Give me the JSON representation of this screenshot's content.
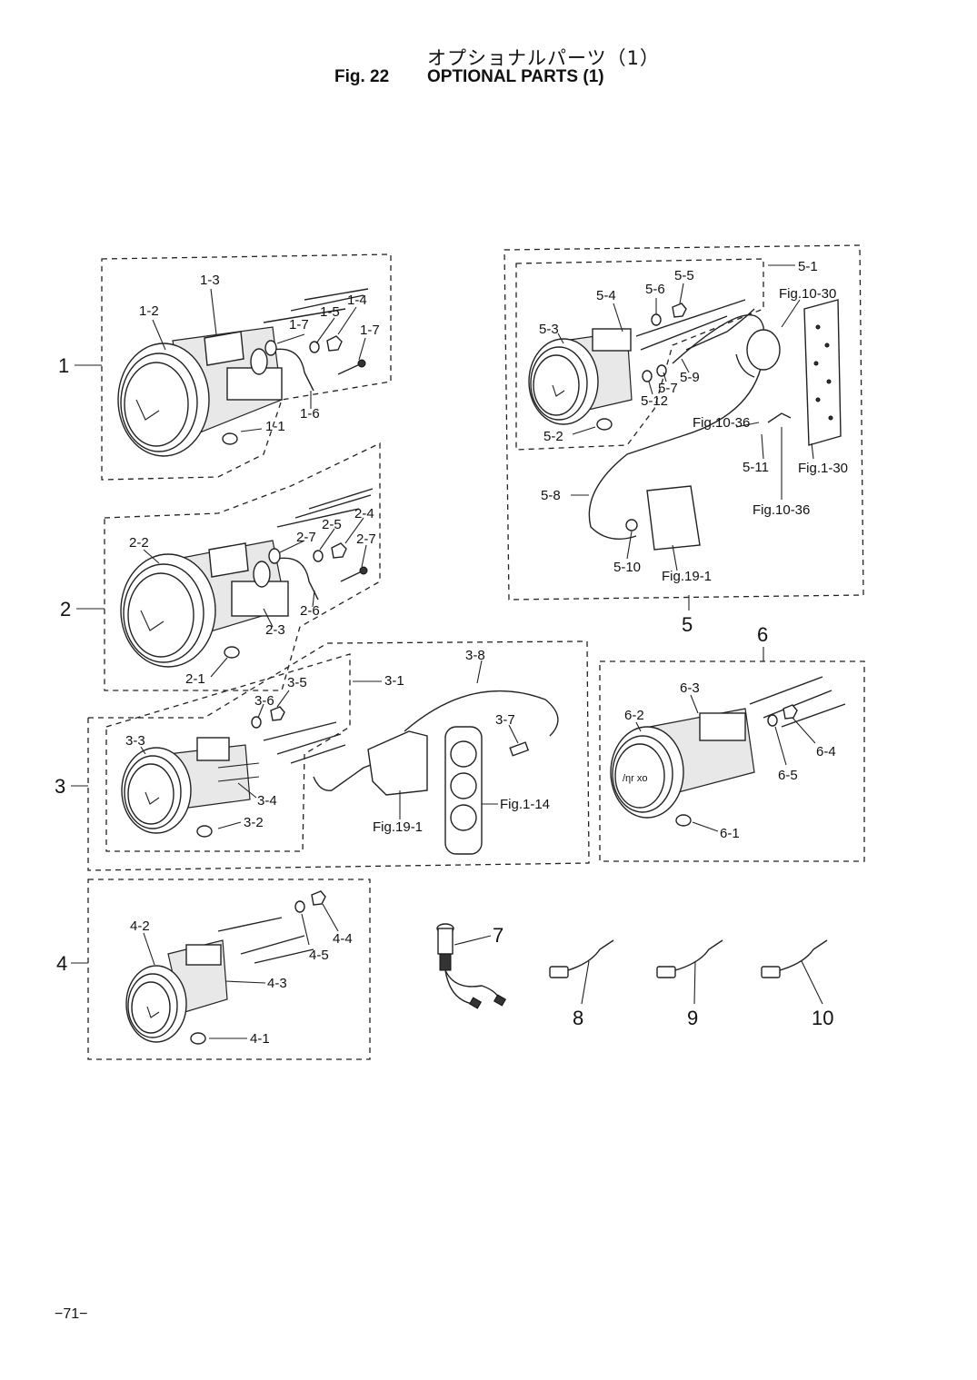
{
  "header": {
    "title_jp": "オプショナルパーツ（1）",
    "fig": "Fig. 22",
    "title_en": "OPTIONAL PARTS (1)"
  },
  "page_number": "−71−",
  "groups": [
    "1",
    "2",
    "3",
    "4",
    "5",
    "6",
    "7",
    "8",
    "9",
    "10"
  ],
  "callouts": {
    "g1": [
      "1-1",
      "1-2",
      "1-3",
      "1-4",
      "1-5",
      "1-6",
      "1-7",
      "1-7"
    ],
    "g2": [
      "2-1",
      "2-2",
      "2-3",
      "2-4",
      "2-5",
      "2-6",
      "2-7",
      "2-7"
    ],
    "g3": [
      "3-1",
      "3-2",
      "3-3",
      "3-4",
      "3-5",
      "3-6",
      "3-7",
      "3-8"
    ],
    "g4": [
      "4-1",
      "4-2",
      "4-3",
      "4-4",
      "4-5"
    ],
    "g5": [
      "5-1",
      "5-2",
      "5-3",
      "5-4",
      "5-5",
      "5-6",
      "5-7",
      "5-8",
      "5-9",
      "5-10",
      "5-11",
      "5-12"
    ],
    "g6": [
      "6-1",
      "6-2",
      "6-3",
      "6-4",
      "6-5"
    ]
  },
  "references": [
    "Fig.10-30",
    "Fig.10-36",
    "Fig.10-36",
    "Fig.1-30",
    "Fig.19-1",
    "Fig.19-1",
    "Fig.1-14"
  ]
}
